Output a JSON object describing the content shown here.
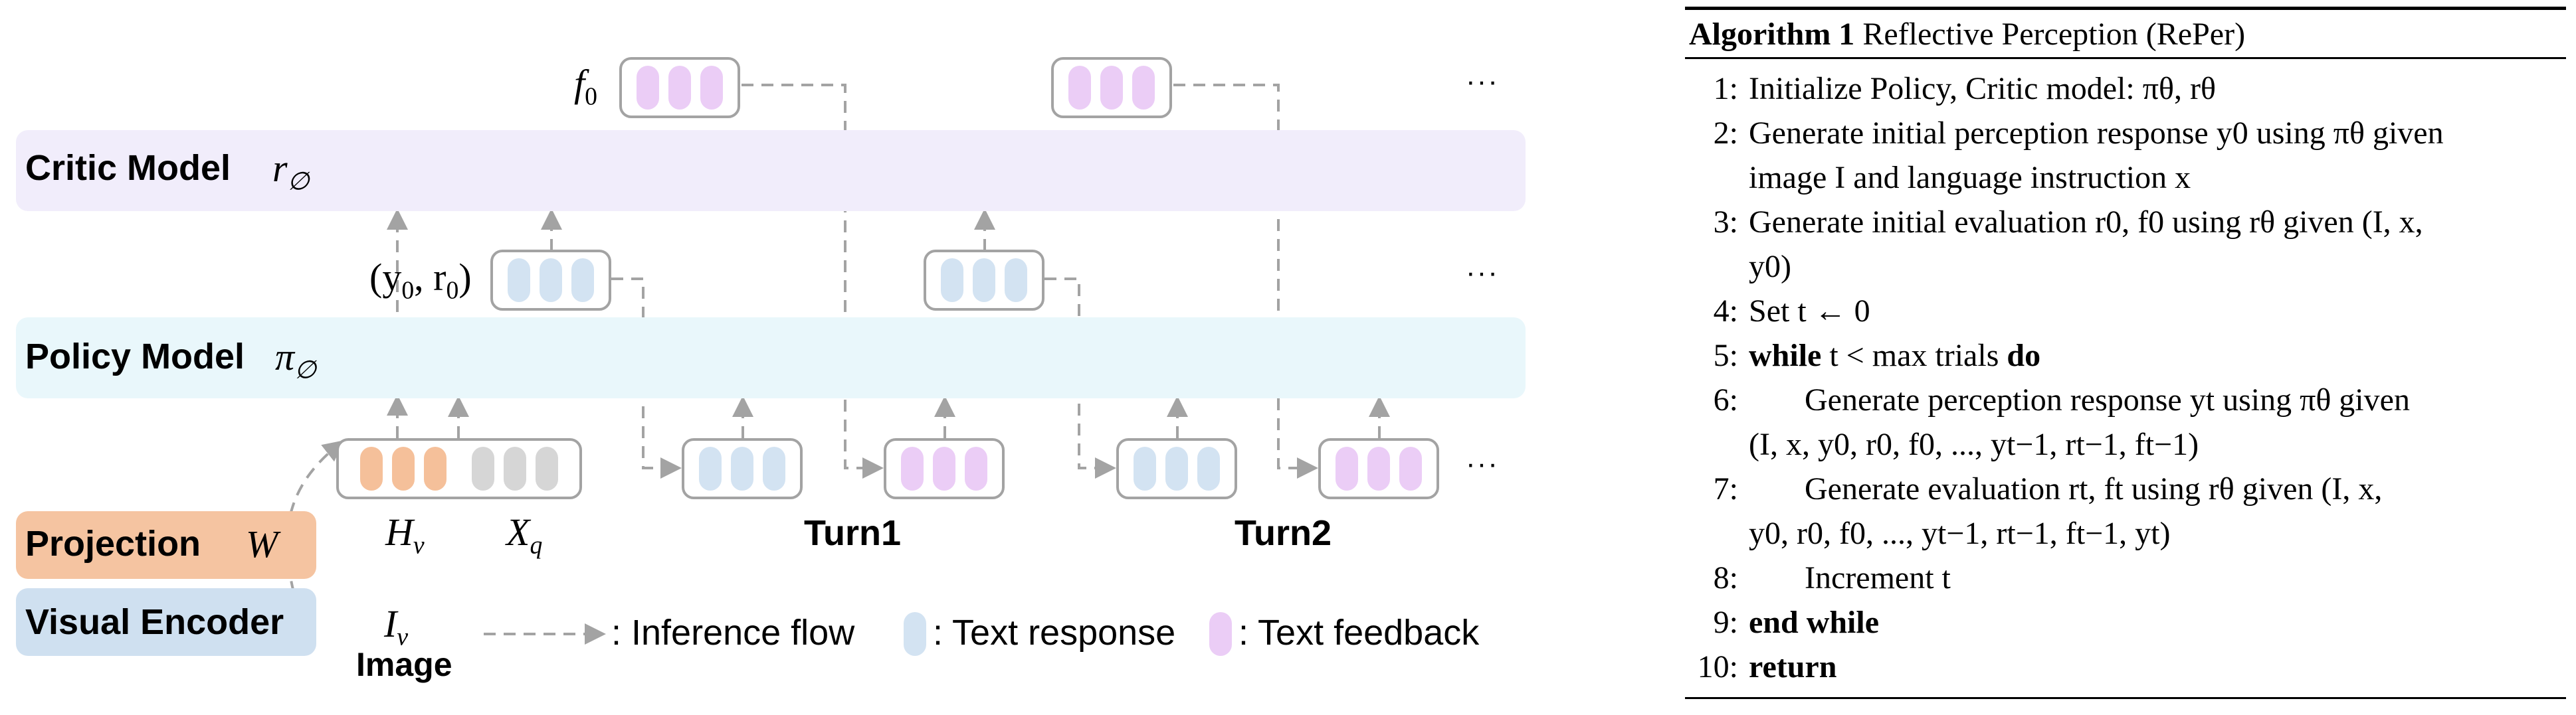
{
  "diagram": {
    "critic_label": "Critic Model",
    "critic_symbol": "r",
    "critic_symbol_sub": "∅",
    "policy_label": "Policy Model",
    "policy_symbol": "π",
    "policy_symbol_sub": "∅",
    "projection_label": "Projection",
    "projection_symbol": "W",
    "visual_encoder_label": "Visual Encoder",
    "iv_symbol": "I",
    "iv_sub": "v",
    "image_label": "Image",
    "hv_symbol": "H",
    "hv_sub": "v",
    "xq_symbol": "X",
    "xq_sub": "q",
    "f0_symbol": "f",
    "f0_sub": "0",
    "y0r0_label": "(y",
    "y0r0_label_mid": ", r",
    "y0r0_label_end": ")",
    "y0r0_sub1": "0",
    "y0r0_sub2": "0",
    "turn1": "Turn1",
    "turn2": "Turn2",
    "ellipsis": "···",
    "legend": {
      "inference_flow": ": Inference flow",
      "text_response": ": Text response",
      "text_feedback": ": Text feedback"
    },
    "colors": {
      "critic_band": "#f1edfb",
      "policy_band": "#e9f7fb",
      "projection": "#f5c4a1",
      "visual_encoder": "#cfe0f0",
      "response_pill": "#d3e3f2",
      "feedback_pill": "#ebcdf6",
      "orange_pill": "#f5c09a",
      "gray_pill": "#d6d6d6",
      "arrow": "#a3a3a3"
    }
  },
  "algorithm": {
    "title_bold": "Algorithm 1",
    "title_rest": " Reflective Perception (RePer)",
    "lines": [
      {
        "n": "1:",
        "text": "Initialize Policy, Critic model: πθ, rθ"
      },
      {
        "n": "2:",
        "text": "Generate initial perception response y0 using πθ given"
      },
      {
        "n": "",
        "text": "image I and language instruction x"
      },
      {
        "n": "3:",
        "text": "Generate initial evaluation r0, f0 using rθ given (I, x,"
      },
      {
        "n": "",
        "text": "y0)"
      },
      {
        "n": "4:",
        "text": "Set t ← 0"
      },
      {
        "n": "5:",
        "text": "while t < max trials do"
      },
      {
        "n": "6:",
        "text": "Generate perception response yt using πθ given"
      },
      {
        "n": "",
        "text": "(I, x, y0, r0, f0, ..., yt−1, rt−1, ft−1)"
      },
      {
        "n": "7:",
        "text": "Generate evaluation rt, ft using rθ given (I, x,"
      },
      {
        "n": "",
        "text": "y0, r0, f0, ..., yt−1, rt−1, ft−1, yt)"
      },
      {
        "n": "8:",
        "text": "Increment t"
      },
      {
        "n": "9:",
        "text": "end while"
      },
      {
        "n": "10:",
        "text": "return"
      }
    ]
  }
}
